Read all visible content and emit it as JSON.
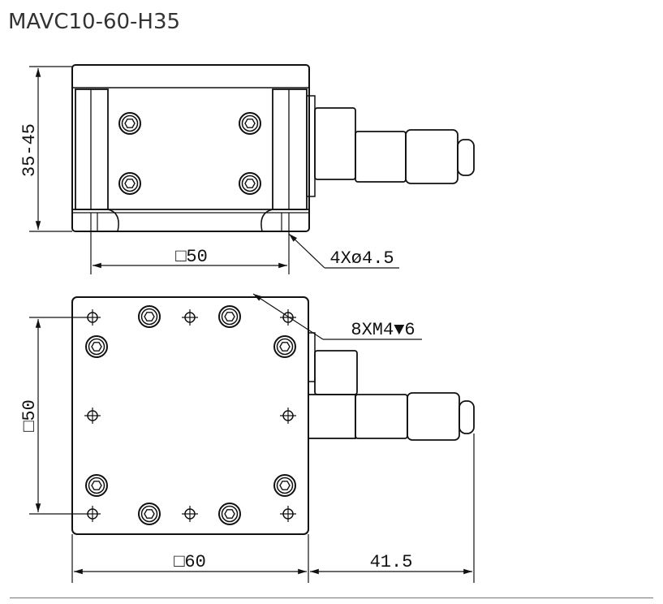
{
  "title": "MAVC10-60-H35",
  "dimensions": {
    "height_range": "35-45",
    "base_square": "□50",
    "hole_note": "4Xø4.5",
    "tap_note": "8XM4▼6",
    "side_square": "□50",
    "top_square": "□60",
    "micrometer_ext": "41.5"
  },
  "colors": {
    "line": "#111111",
    "title": "#333333"
  }
}
